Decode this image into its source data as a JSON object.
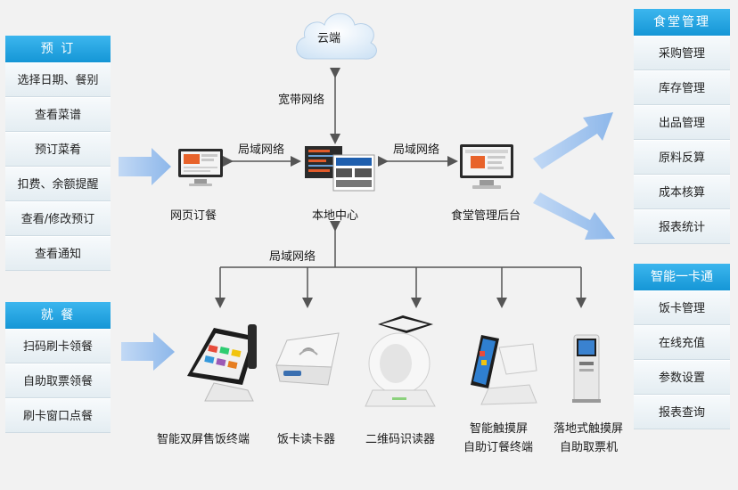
{
  "cloud": {
    "label": "云端"
  },
  "networks": {
    "broadband": "宽带网络",
    "lan_left": "局域网络",
    "lan_right": "局域网络",
    "lan_bottom": "局域网络"
  },
  "nodes": {
    "web_order": "网页订餐",
    "local_center": "本地中心",
    "canteen_backend": "食堂管理后台"
  },
  "booking": {
    "title": "预 订",
    "items": [
      "选择日期、餐别",
      "查看菜谱",
      "预订菜肴",
      "扣费、余额提醒",
      "查看/修改预订",
      "查看通知"
    ]
  },
  "dining": {
    "title": "就 餐",
    "items": [
      "扫码刷卡领餐",
      "自助取票领餐",
      "刷卡窗口点餐"
    ]
  },
  "canteen_mgmt": {
    "title": "食堂管理",
    "items": [
      "采购管理",
      "库存管理",
      "出品管理",
      "原料反算",
      "成本核算",
      "报表统计"
    ]
  },
  "card": {
    "title": "智能一卡通",
    "items": [
      "饭卡管理",
      "在线充值",
      "参数设置",
      "报表查询"
    ]
  },
  "terminals": [
    {
      "line1": "智能双屏售饭终端",
      "line2": ""
    },
    {
      "line1": "饭卡读卡器",
      "line2": ""
    },
    {
      "line1": "二维码识读器",
      "line2": ""
    },
    {
      "line1": "智能触摸屏",
      "line2": "自助订餐终端"
    },
    {
      "line1": "落地式触摸屏",
      "line2": "自助取票机"
    }
  ],
  "colors": {
    "accent": "#1596d6",
    "arrow": "#9fc3ec",
    "line": "#555555"
  }
}
